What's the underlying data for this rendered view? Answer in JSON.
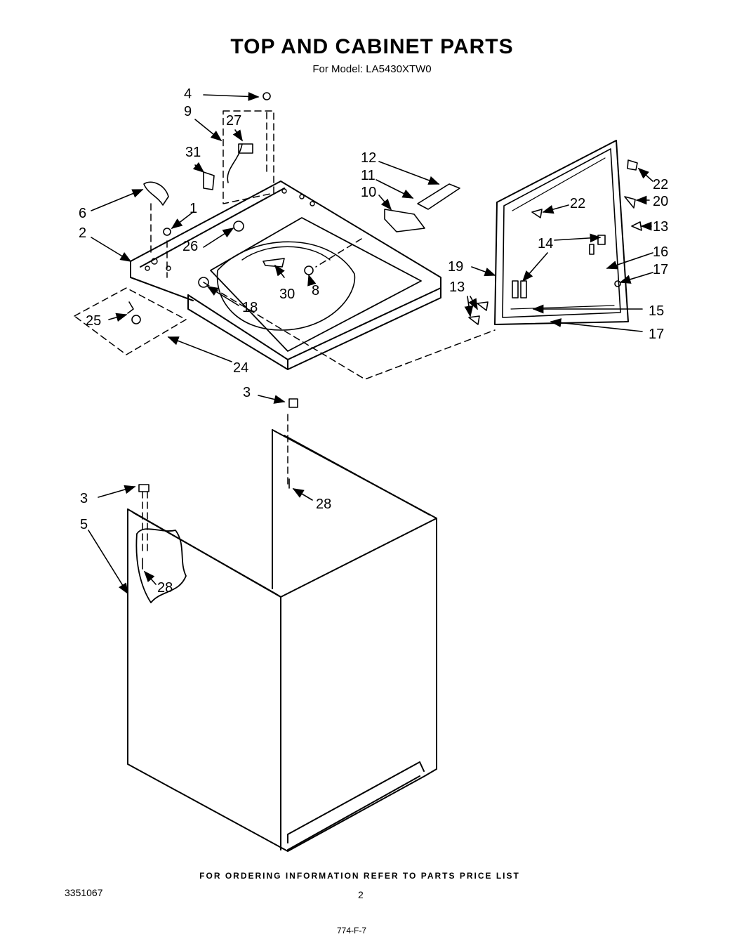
{
  "title": "TOP AND CABINET PARTS",
  "subtitle": "For Model: LA5430XTW0",
  "labels": {
    "l1": "1",
    "l2": "2",
    "l3a": "3",
    "l3b": "3",
    "l4": "4",
    "l5": "5",
    "l6": "6",
    "l8": "8",
    "l9": "9",
    "l10": "10",
    "l11": "11",
    "l12": "12",
    "l13a": "13",
    "l13b": "13",
    "l14": "14",
    "l15": "15",
    "l16": "16",
    "l17a": "17",
    "l17b": "17",
    "l18": "18",
    "l19": "19",
    "l20": "20",
    "l22a": "22",
    "l22b": "22",
    "l24": "24",
    "l25": "25",
    "l26": "26",
    "l27": "27",
    "l28a": "28",
    "l28b": "28",
    "l30": "30",
    "l31": "31"
  },
  "footer": {
    "ordering_info": "FOR ORDERING INFORMATION REFER TO PARTS PRICE LIST",
    "doc_number": "3351067",
    "page": "2",
    "code": "774-F-7"
  }
}
